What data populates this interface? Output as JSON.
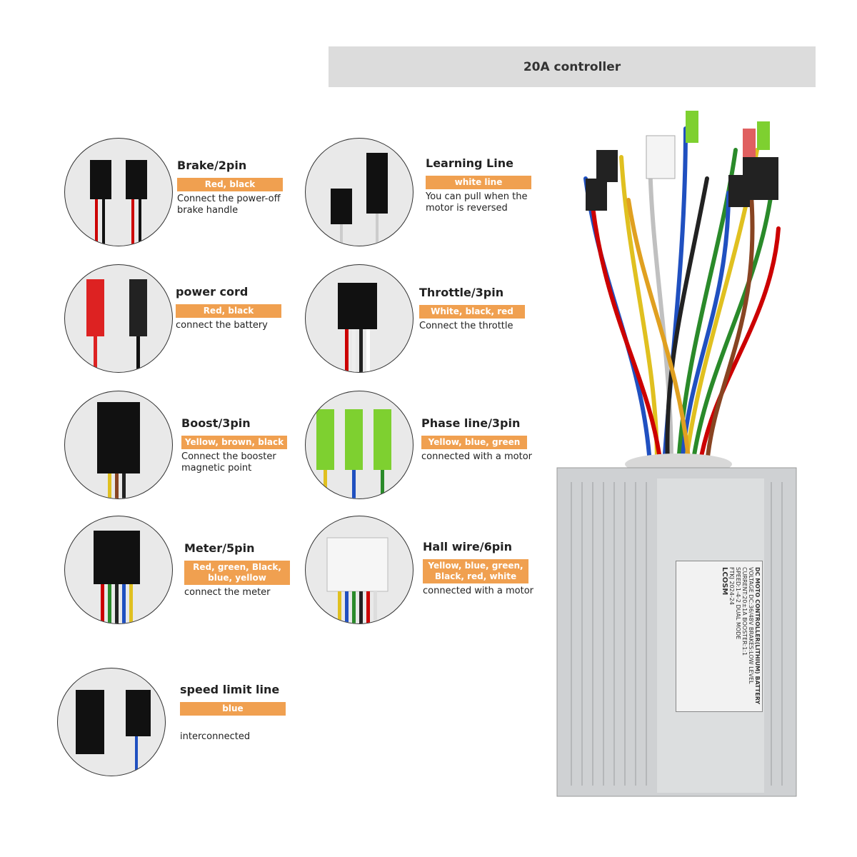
{
  "banner": {
    "title": "20A controller"
  },
  "items": [
    {
      "title": "Brake/2pin",
      "colors": "Red, black",
      "desc": "Connect the power-off brake handle"
    },
    {
      "title": "Learning Line",
      "colors": "white line",
      "desc": "You can pull when the motor is reversed"
    },
    {
      "title": "power cord",
      "colors": "Red, black",
      "desc": "connect the battery"
    },
    {
      "title": "Throttle/3pin",
      "colors": "White, black, red",
      "desc": "Connect the throttle"
    },
    {
      "title": "Boost/3pin",
      "colors": "Yellow, brown, black",
      "desc": "Connect the booster magnetic point"
    },
    {
      "title": "Phase line/3pin",
      "colors": "Yellow, blue, green",
      "desc": "connected with a motor"
    },
    {
      "title": "Meter/5pin",
      "colors": "Red, green, Black, blue, yellow",
      "desc": "connect the meter"
    },
    {
      "title": "Hall wire/6pin",
      "colors": "Yellow, blue, green, Black, red, white",
      "desc": "connected with a motor"
    },
    {
      "title": "speed limit line",
      "colors": "blue",
      "desc": "interconnected"
    }
  ],
  "controller_label": {
    "line1": "DC MOTO CONTROLLER(LITHIUM) BATTERY",
    "line2": "VOLTAGE DC:36/48V   BRAKES:LOW LEVEL",
    "line3": "CURRENT:20±1A   BOOSTER:1:1",
    "line4": "SPEED:1-4-2 DUAL MODE",
    "line5": "FTKJ   2024-24",
    "brand": "LCOSM"
  },
  "colors": {
    "accent": "#f0a050",
    "banner": "#dcdcdc"
  }
}
